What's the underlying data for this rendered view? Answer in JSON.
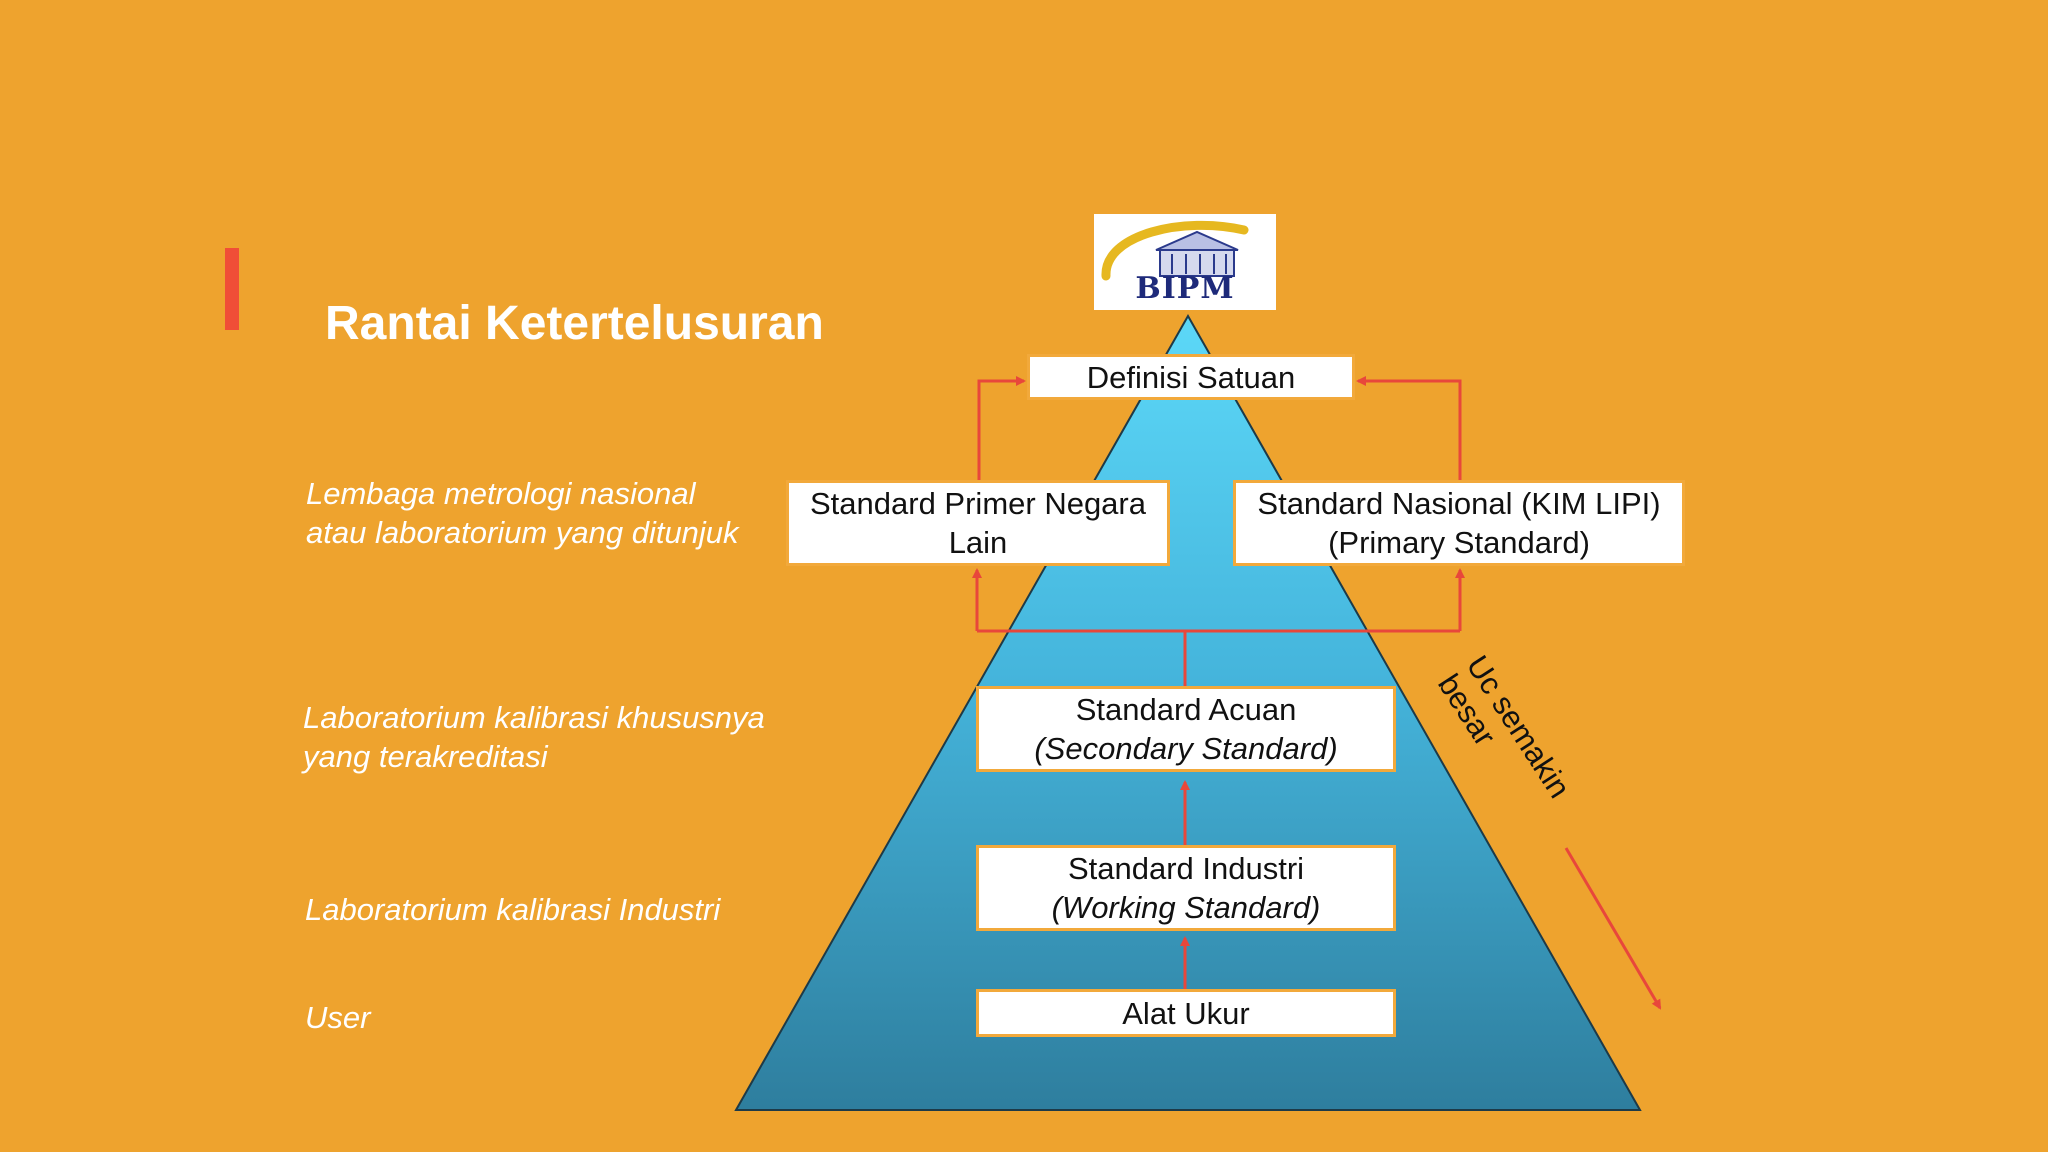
{
  "slide": {
    "title": "Rantai Ketertelusuran",
    "colors": {
      "background": "#EEA32E",
      "accent": "#F04E37",
      "arrow": "#E8473B",
      "pyramid_top": "#5CD8F8",
      "pyramid_bottom": "#2E7E9E",
      "box_border": "#F2A93B"
    }
  },
  "logo": {
    "text": "BIPM"
  },
  "side_labels": {
    "nmi": "Lembaga metrologi nasional atau laboratorium yang ditunjuk",
    "accredited": "Laboratorium kalibrasi khususnya yang terakreditasi",
    "industry": "Laboratorium kalibrasi Industri",
    "user": "User"
  },
  "boxes": {
    "definisi": {
      "line1": "Definisi Satuan"
    },
    "primer": {
      "line1": "Standard Primer Negara",
      "line2": "Lain"
    },
    "nasional": {
      "line1": "Standard Nasional (KIM LIPI)",
      "line2": "(Primary Standard)"
    },
    "acuan": {
      "line1": "Standard Acuan",
      "line2": "(Secondary Standard)"
    },
    "industri": {
      "line1": "Standard Industri",
      "line2": "(Working Standard)"
    },
    "alat": {
      "line1": "Alat Ukur"
    }
  },
  "uncertainty_label": "Uc semakin besar"
}
